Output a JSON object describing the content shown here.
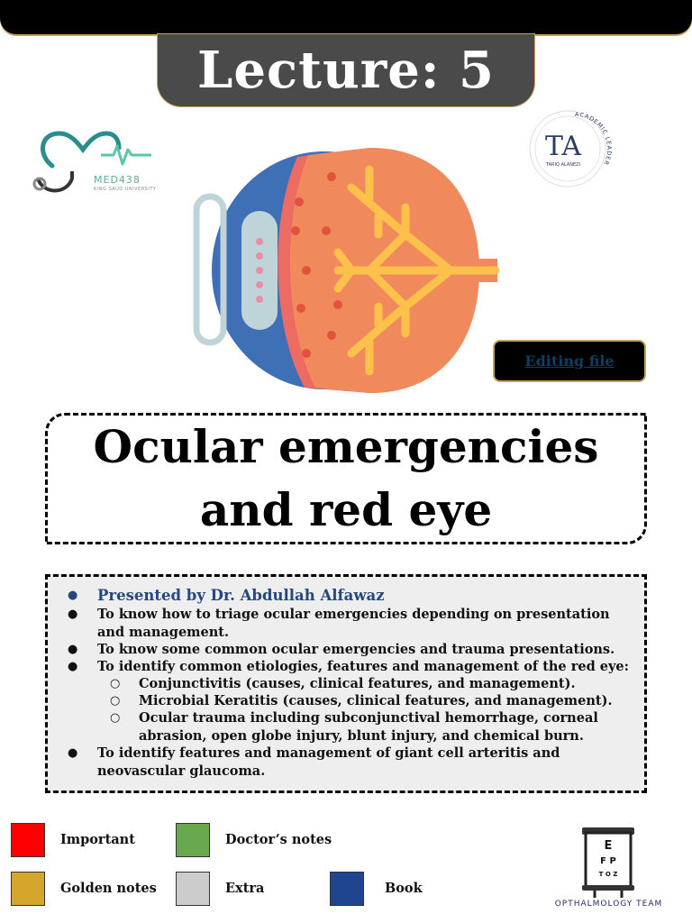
{
  "header": {
    "lecture_label": "Lecture: 5"
  },
  "logos": {
    "med": {
      "name": "MED438",
      "subtitle": "KING SAUD UNIVERSITY"
    },
    "academic": {
      "initials": "TA",
      "arc_text": "ACADEMIC LEADER",
      "person": "TARIQ ALANEZI"
    },
    "team": {
      "chart_letters": [
        "E",
        "F  P",
        "T O Z"
      ],
      "name": "OPTHALMOLOGY TEAM"
    }
  },
  "editing_button": {
    "label": "Editing file"
  },
  "title": {
    "line1": "Ocular emergencies",
    "line2": "and red eye"
  },
  "objectives": {
    "presenter": "Presented by Dr. Abdullah Alfawaz",
    "items": [
      "To know how to triage ocular emergencies depending on presentation and management.",
      "To know some common ocular emergencies and trauma presentations.",
      "To identify common etiologies, features and management of the red eye:",
      "To identify features and management of giant cell arteritis and neovascular glaucoma."
    ],
    "subitems": [
      "Conjunctivitis (causes, clinical features, and management).",
      "Microbial Keratitis (causes, clinical features, and management).",
      "Ocular trauma including subconjunctival hemorrhage, corneal abrasion, open globe injury, blunt injury, and chemical burn."
    ]
  },
  "legend": {
    "items": [
      {
        "label": "Important",
        "color": "#ff0000"
      },
      {
        "label": "Doctor’s notes",
        "color": "#6aa84f"
      },
      {
        "label": "Golden notes",
        "color": "#d4a72c"
      },
      {
        "label": "Extra",
        "color": "#cccccc"
      },
      {
        "label": "Book",
        "color": "#1f4590"
      }
    ]
  }
}
